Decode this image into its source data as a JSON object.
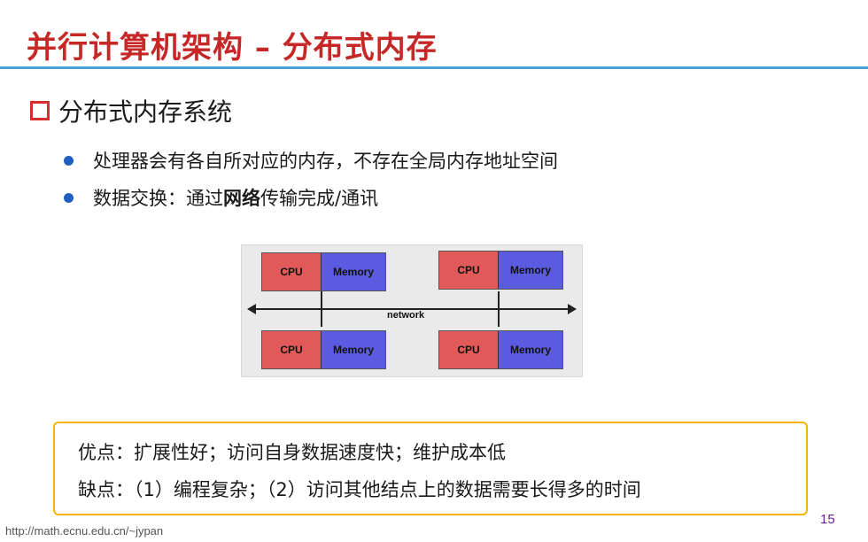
{
  "slide": {
    "title": "并行计算机架构 – 分布式内存",
    "section_heading": "分布式内存系统",
    "bullets": [
      {
        "text": "处理器会有各自所对应的内存，不存在全局内存地址空间"
      },
      {
        "prefix": "数据交换：通过",
        "bold": "网络",
        "suffix": "传输完成/通讯"
      }
    ],
    "diagram": {
      "cpu_label": "CPU",
      "memory_label": "Memory",
      "network_label": "network",
      "node_count": 4
    },
    "pros": "优点：扩展性好；访问自身数据速度快；维护成本低",
    "cons": "缺点：（1）编程复杂；（2）访问其他结点上的数据需要长得多的时间",
    "footer_url": "http://math.ecnu.edu.cn/~jypan",
    "page_number": "15"
  },
  "colors": {
    "title": "#c62828",
    "title_rule": "#4aa0d8",
    "bullet_dot": "#1f5fbf",
    "box_border": "#f4b400",
    "cpu": "#e05a5a",
    "memory": "#5b5be0",
    "page_number": "#6a1b9a"
  }
}
